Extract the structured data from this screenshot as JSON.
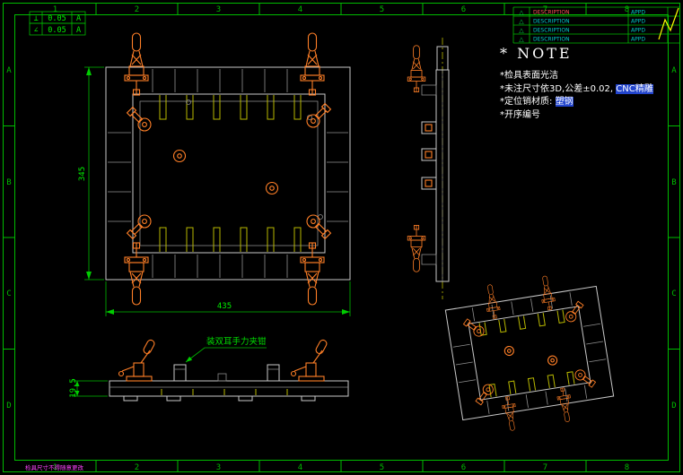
{
  "gdt": {
    "frames": [
      {
        "symbol": "⊥",
        "tolerance": "0.05",
        "datum": "A"
      },
      {
        "symbol": "∠",
        "tolerance": "0.05",
        "datum": "A"
      }
    ]
  },
  "dimensions": {
    "plan_height": "345",
    "plan_width": "435",
    "base_thickness": "19.5"
  },
  "annotations": {
    "clamp_leader": "装双耳手力夹钳"
  },
  "note": {
    "title": "* NOTE",
    "lines": [
      {
        "text": "*检具表面光洁",
        "highlight": ""
      },
      {
        "text": "*未注尺寸依3D,公差±0.02, ",
        "highlight": "CNC精雕"
      },
      {
        "text": "*定位销材质: ",
        "highlight": "塑钢"
      },
      {
        "text": "*开序编号",
        "highlight": ""
      }
    ]
  },
  "title_block": {
    "rows": [
      {
        "mark": "△",
        "description": "DESCRIPTION",
        "approved": "APPD"
      },
      {
        "mark": "△",
        "description": "DESCRIPTION",
        "approved": "APPD"
      },
      {
        "mark": "△",
        "description": "DESCRIPTION",
        "approved": "APPD"
      },
      {
        "mark": "△",
        "description": "DESCRIPTION",
        "approved": "APPD"
      }
    ]
  },
  "grid": {
    "columns": [
      "1",
      "2",
      "3",
      "4",
      "5",
      "6",
      "7",
      "8"
    ],
    "rows": [
      "A",
      "B",
      "C",
      "D"
    ]
  },
  "footer": {
    "note": "检具尺寸不得随意更改"
  },
  "colors": {
    "background": "#000000",
    "border": "#00bb00",
    "geometry": "#c8c8c8",
    "clamps": "#ff7f27",
    "slots": "#b8b800",
    "dimensions": "#00ee00",
    "table_text": "#00cccc",
    "note_text": "#ffffff",
    "highlight_bg": "#2244cc",
    "footer_text": "#ff00ff"
  }
}
